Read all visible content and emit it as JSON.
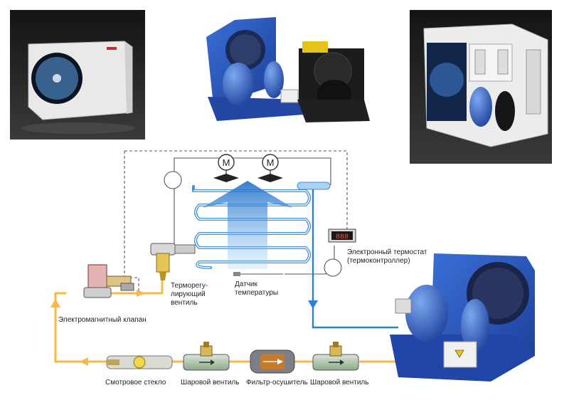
{
  "labels": {
    "thermostat_line1": "Электронный термостат",
    "thermostat_line2": "(термоконтроллер)",
    "valve_line1": "Терморегу-",
    "valve_line2": "лирующий",
    "valve_line3": "вентиль",
    "sensor_line1": "Датчик",
    "sensor_line2": "температуры",
    "solenoid": "Электромагнитный клапан",
    "sight_glass": "Смотровое стекло",
    "ball_valve_left": "Шаровой вентиль",
    "filter_drier": "Фильтр-осушитель",
    "ball_valve_right": "Шаровой вентиль"
  },
  "fan_symbols": [
    "M",
    "M"
  ],
  "thermostat_display": "888",
  "colors": {
    "liquid_line": "#f7b84a",
    "suction_line": "#2e7fd6",
    "evaporator_coil": "#3f94e0",
    "control_wire": "#555555",
    "unit_blue": "#2b57b8"
  }
}
